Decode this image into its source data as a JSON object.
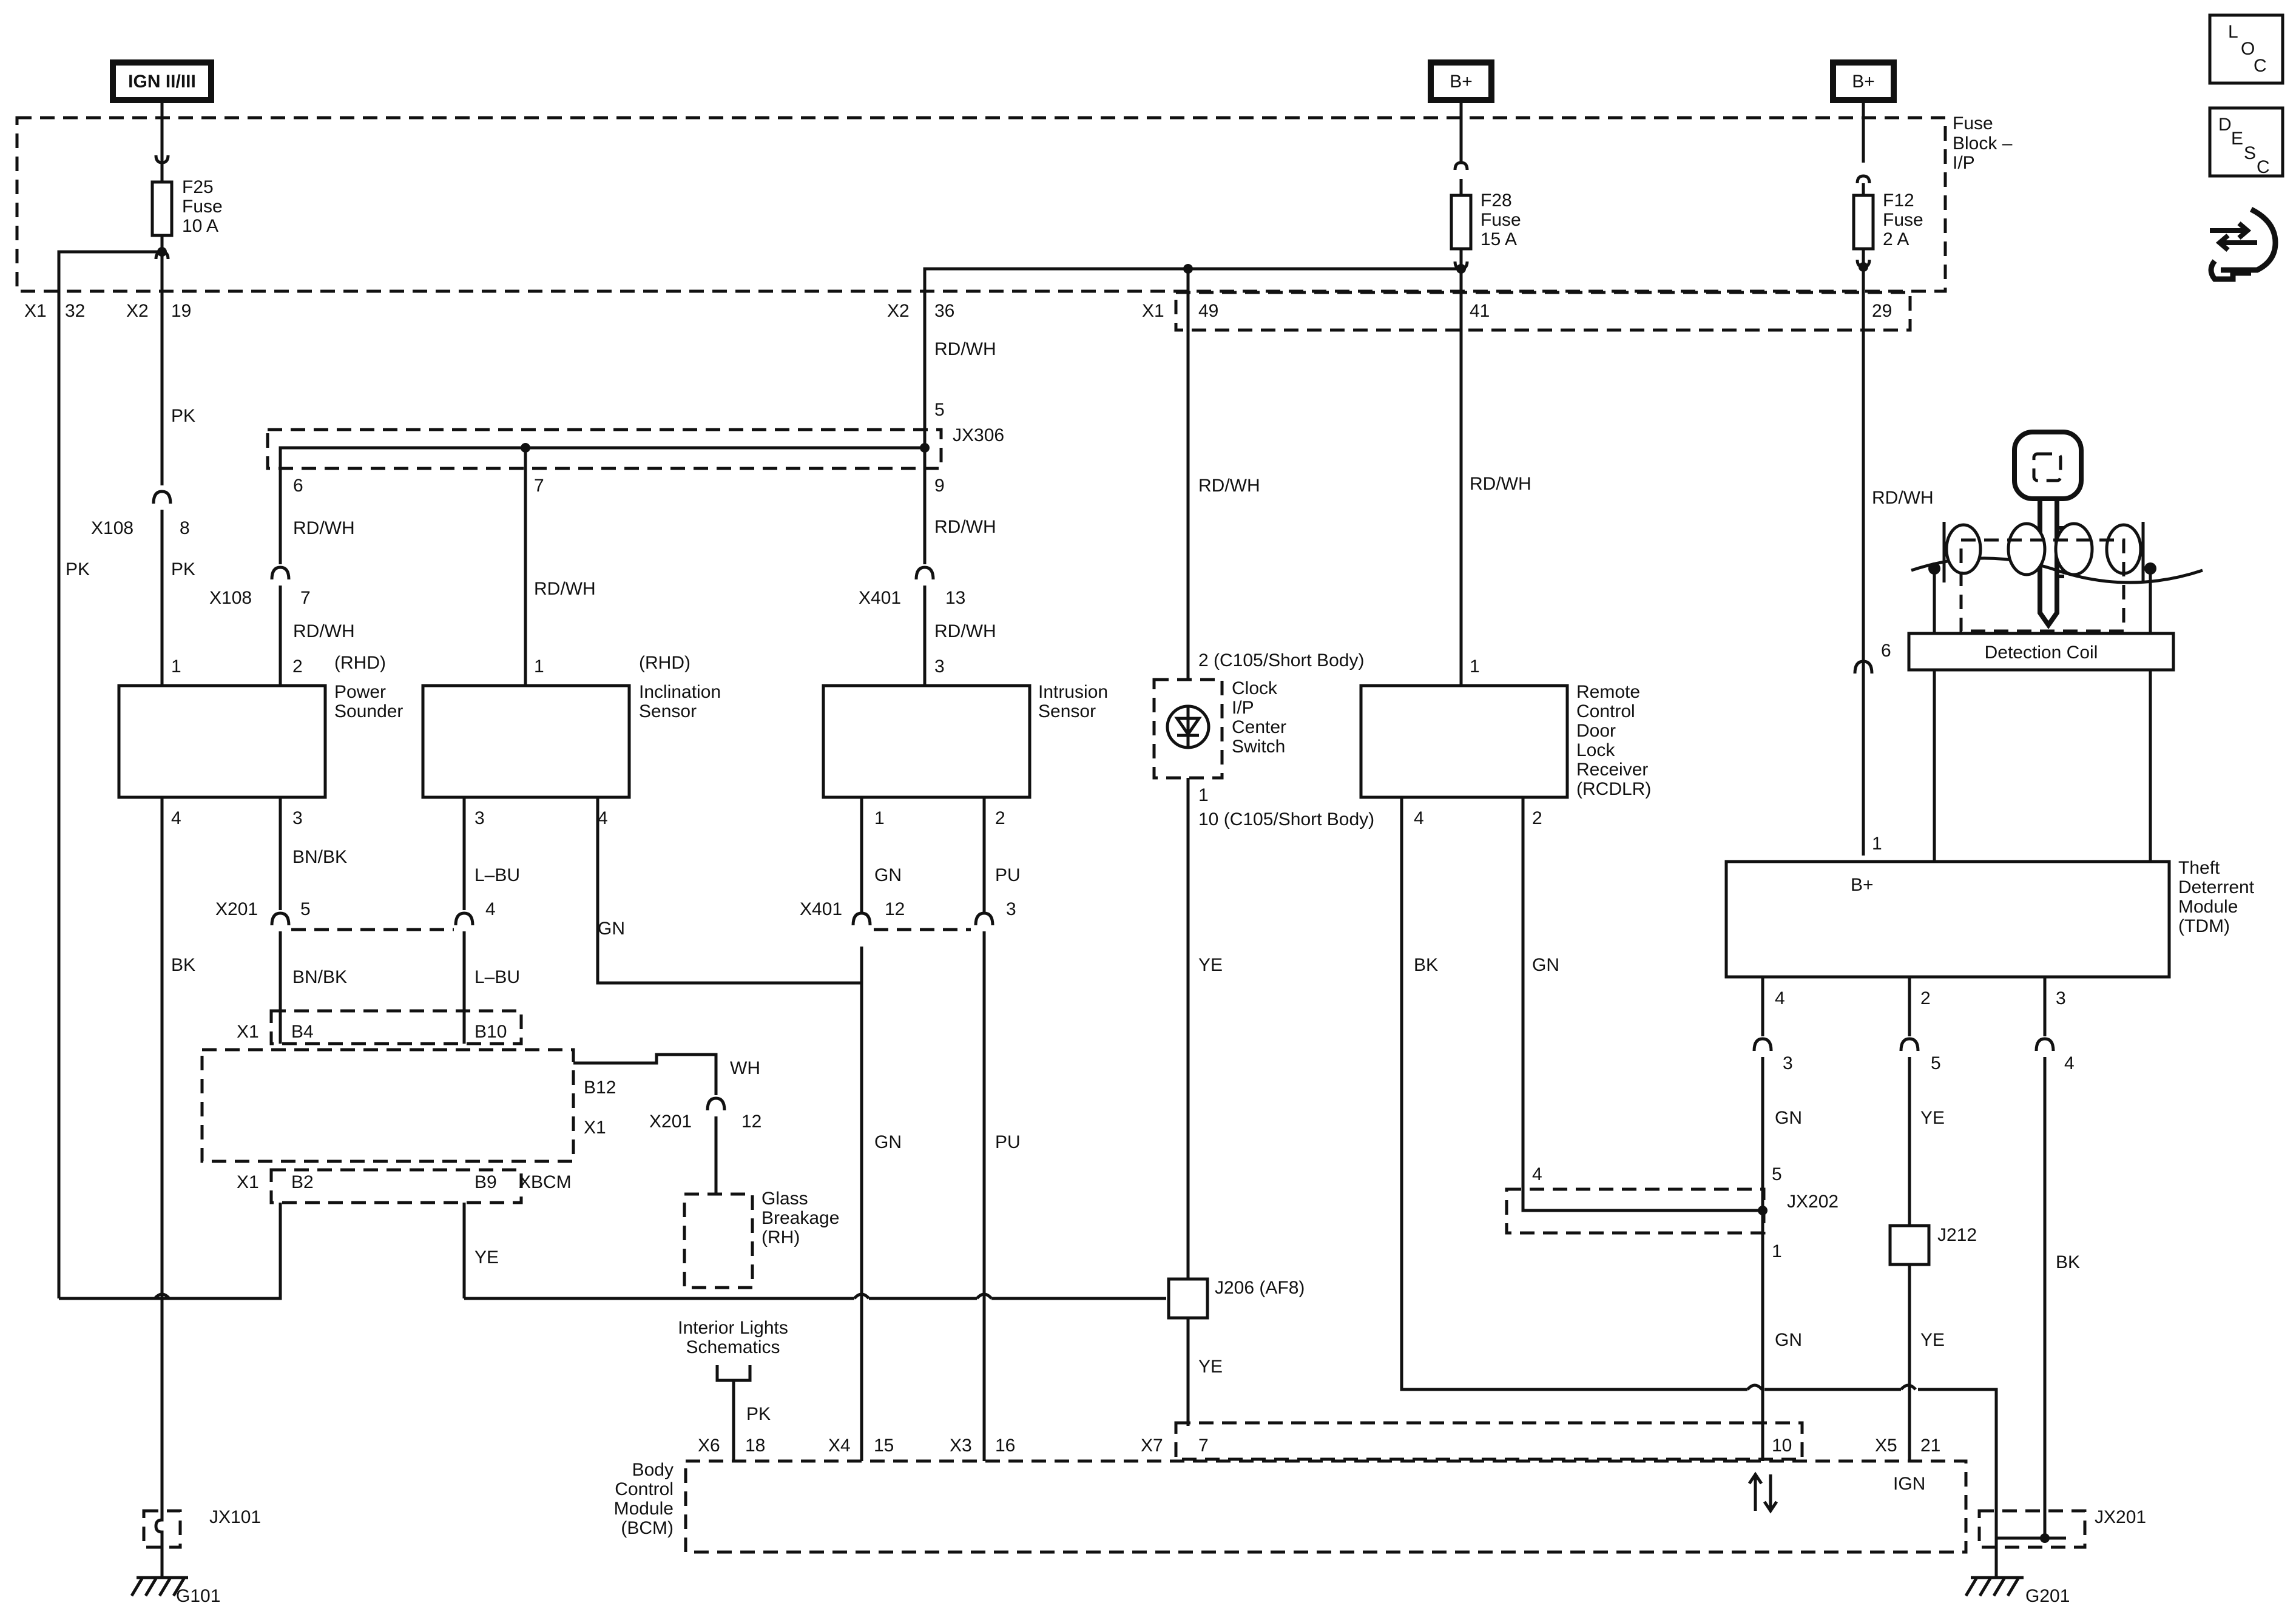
{
  "power": {
    "ign": "IGN II/III",
    "bplus": "B+"
  },
  "fuse_block": {
    "line1": "Fuse",
    "line2": "Block –",
    "line3": "I/P"
  },
  "fuses": [
    {
      "name": "F25",
      "type": "Fuse",
      "rating": "10 A"
    },
    {
      "name": "F28",
      "type": "Fuse",
      "rating": "15 A"
    },
    {
      "name": "F12",
      "type": "Fuse",
      "rating": "2 A"
    }
  ],
  "side_icons": {
    "loc": [
      "L",
      "O",
      "C"
    ],
    "desc": [
      "D",
      "E",
      "S",
      "C"
    ],
    "connector_glyph": "connector-icon"
  },
  "top_pins": {
    "x1_32": [
      "X1",
      "32"
    ],
    "x2_19": [
      "X2",
      "19"
    ],
    "x2_36": [
      "X2",
      "36"
    ],
    "x1_49": [
      "X1",
      "49"
    ],
    "p41": "41",
    "p29": "29"
  },
  "wires": {
    "pk1": "PK",
    "pk2": "PK",
    "pk3": "PK",
    "rdwh": "RD/WH",
    "bk": "BK",
    "bnbk": "BN/BK",
    "lbu": "L–BU",
    "gn": "GN",
    "pu": "PU",
    "ye": "YE",
    "wh": "WH"
  },
  "connectors": {
    "x108": "X108",
    "x201": "X201",
    "x401": "X401",
    "jx306": "JX306",
    "jx202": "JX202",
    "j212": "J212",
    "j206": "J206 (AF8)",
    "jx101": "JX101",
    "g101": "G101",
    "jx201": "JX201",
    "g201": "G201",
    "x1": "X1",
    "x3": "X3",
    "x4": "X4",
    "x5": "X5",
    "x6": "X6",
    "x7": "X7",
    "xbcm": "XBCM",
    "c105a": "2 (C105/Short Body)",
    "c105b": "10 (C105/Short Body)"
  },
  "pins": {
    "p1": "1",
    "p2": "2",
    "p3": "3",
    "p4": "4",
    "p5": "5",
    "p6": "6",
    "p7": "7",
    "p8": "8",
    "p9": "9",
    "p10": "10",
    "p12": "12",
    "p13": "13",
    "p15": "15",
    "p16": "16",
    "p18": "18",
    "p21": "21",
    "b2": "B2",
    "b4": "B4",
    "b9": "B9",
    "b10": "B10",
    "b12": "B12"
  },
  "components": {
    "rhd": "(RHD)",
    "power_sounder": [
      "Power",
      "Sounder"
    ],
    "inclination_sensor": [
      "Inclination",
      "Sensor"
    ],
    "intrusion_sensor": [
      "Intrusion",
      "Sensor"
    ],
    "clock_switch": [
      "Clock",
      "I/P",
      "Center",
      "Switch"
    ],
    "rcdlr": [
      "Remote",
      "Control",
      "Door",
      "Lock",
      "Receiver",
      "(RCDLR)"
    ],
    "detection_coil": "Detection Coil",
    "tdm": [
      "Theft",
      "Deterrent",
      "Module",
      "(TDM)"
    ],
    "tdm_bplus": "B+",
    "glass_breakage": [
      "Glass",
      "Breakage",
      "(RH)"
    ],
    "interior_lights": [
      "Interior Lights",
      "Schematics"
    ],
    "bcm": [
      "Body",
      "Control",
      "Module",
      "(BCM)"
    ],
    "ign": "IGN"
  }
}
